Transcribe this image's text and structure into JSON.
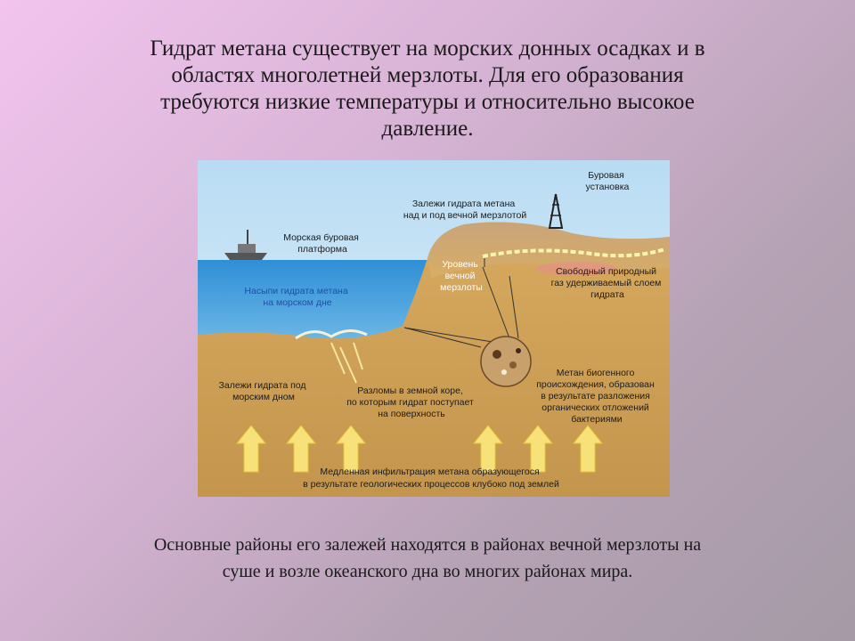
{
  "title": {
    "lines": [
      "Гидрат метана существует на морских донных осадках и в",
      "областях многолетней мерзлоты. Для  его образования",
      "требуются низкие температуры и относительно высокое",
      "давление."
    ]
  },
  "diagram": {
    "labels": {
      "drill_rig": [
        "Буровая",
        "установка"
      ],
      "deposits_permafrost": [
        "Залежи гидрата метана",
        "над и под вечной мерзлотой"
      ],
      "sea_platform": [
        "Морская буровая",
        "платформа"
      ],
      "permafrost_level": [
        "Уровень",
        "вечной",
        "мерзлоты"
      ],
      "free_gas": [
        "Свободный природный",
        "газ удерживаемый слоем",
        "гидрата"
      ],
      "seafloor_mounds": [
        "Насыпи гидрата метана",
        "на морском дне"
      ],
      "seabed_deposits": [
        "Залежи гидрата под",
        "морским дном"
      ],
      "faults": [
        "Разломы в земной коре,",
        "по которым гидрат поступает",
        "на поверхность"
      ],
      "biogenic_methane": [
        "Метан биогенного",
        "происхождения, образован",
        "в результате разложения",
        "органических отложений",
        "бактериями"
      ],
      "infiltration": [
        "Медленная инфильтрация метана образующегося",
        "в результате геологических процессов клубоко под землей"
      ]
    },
    "colors": {
      "sky": "#cfe6f5",
      "sea": "#4aa3dd",
      "sediment": "#c59a52",
      "land": "#d9ae66",
      "arrow": "#f7e27a"
    }
  },
  "footer": {
    "lines": [
      "Основные районы его залежей находятся в районах вечной мерзлоты на",
      "суше и возле океанского дна во многих районах мира."
    ]
  }
}
